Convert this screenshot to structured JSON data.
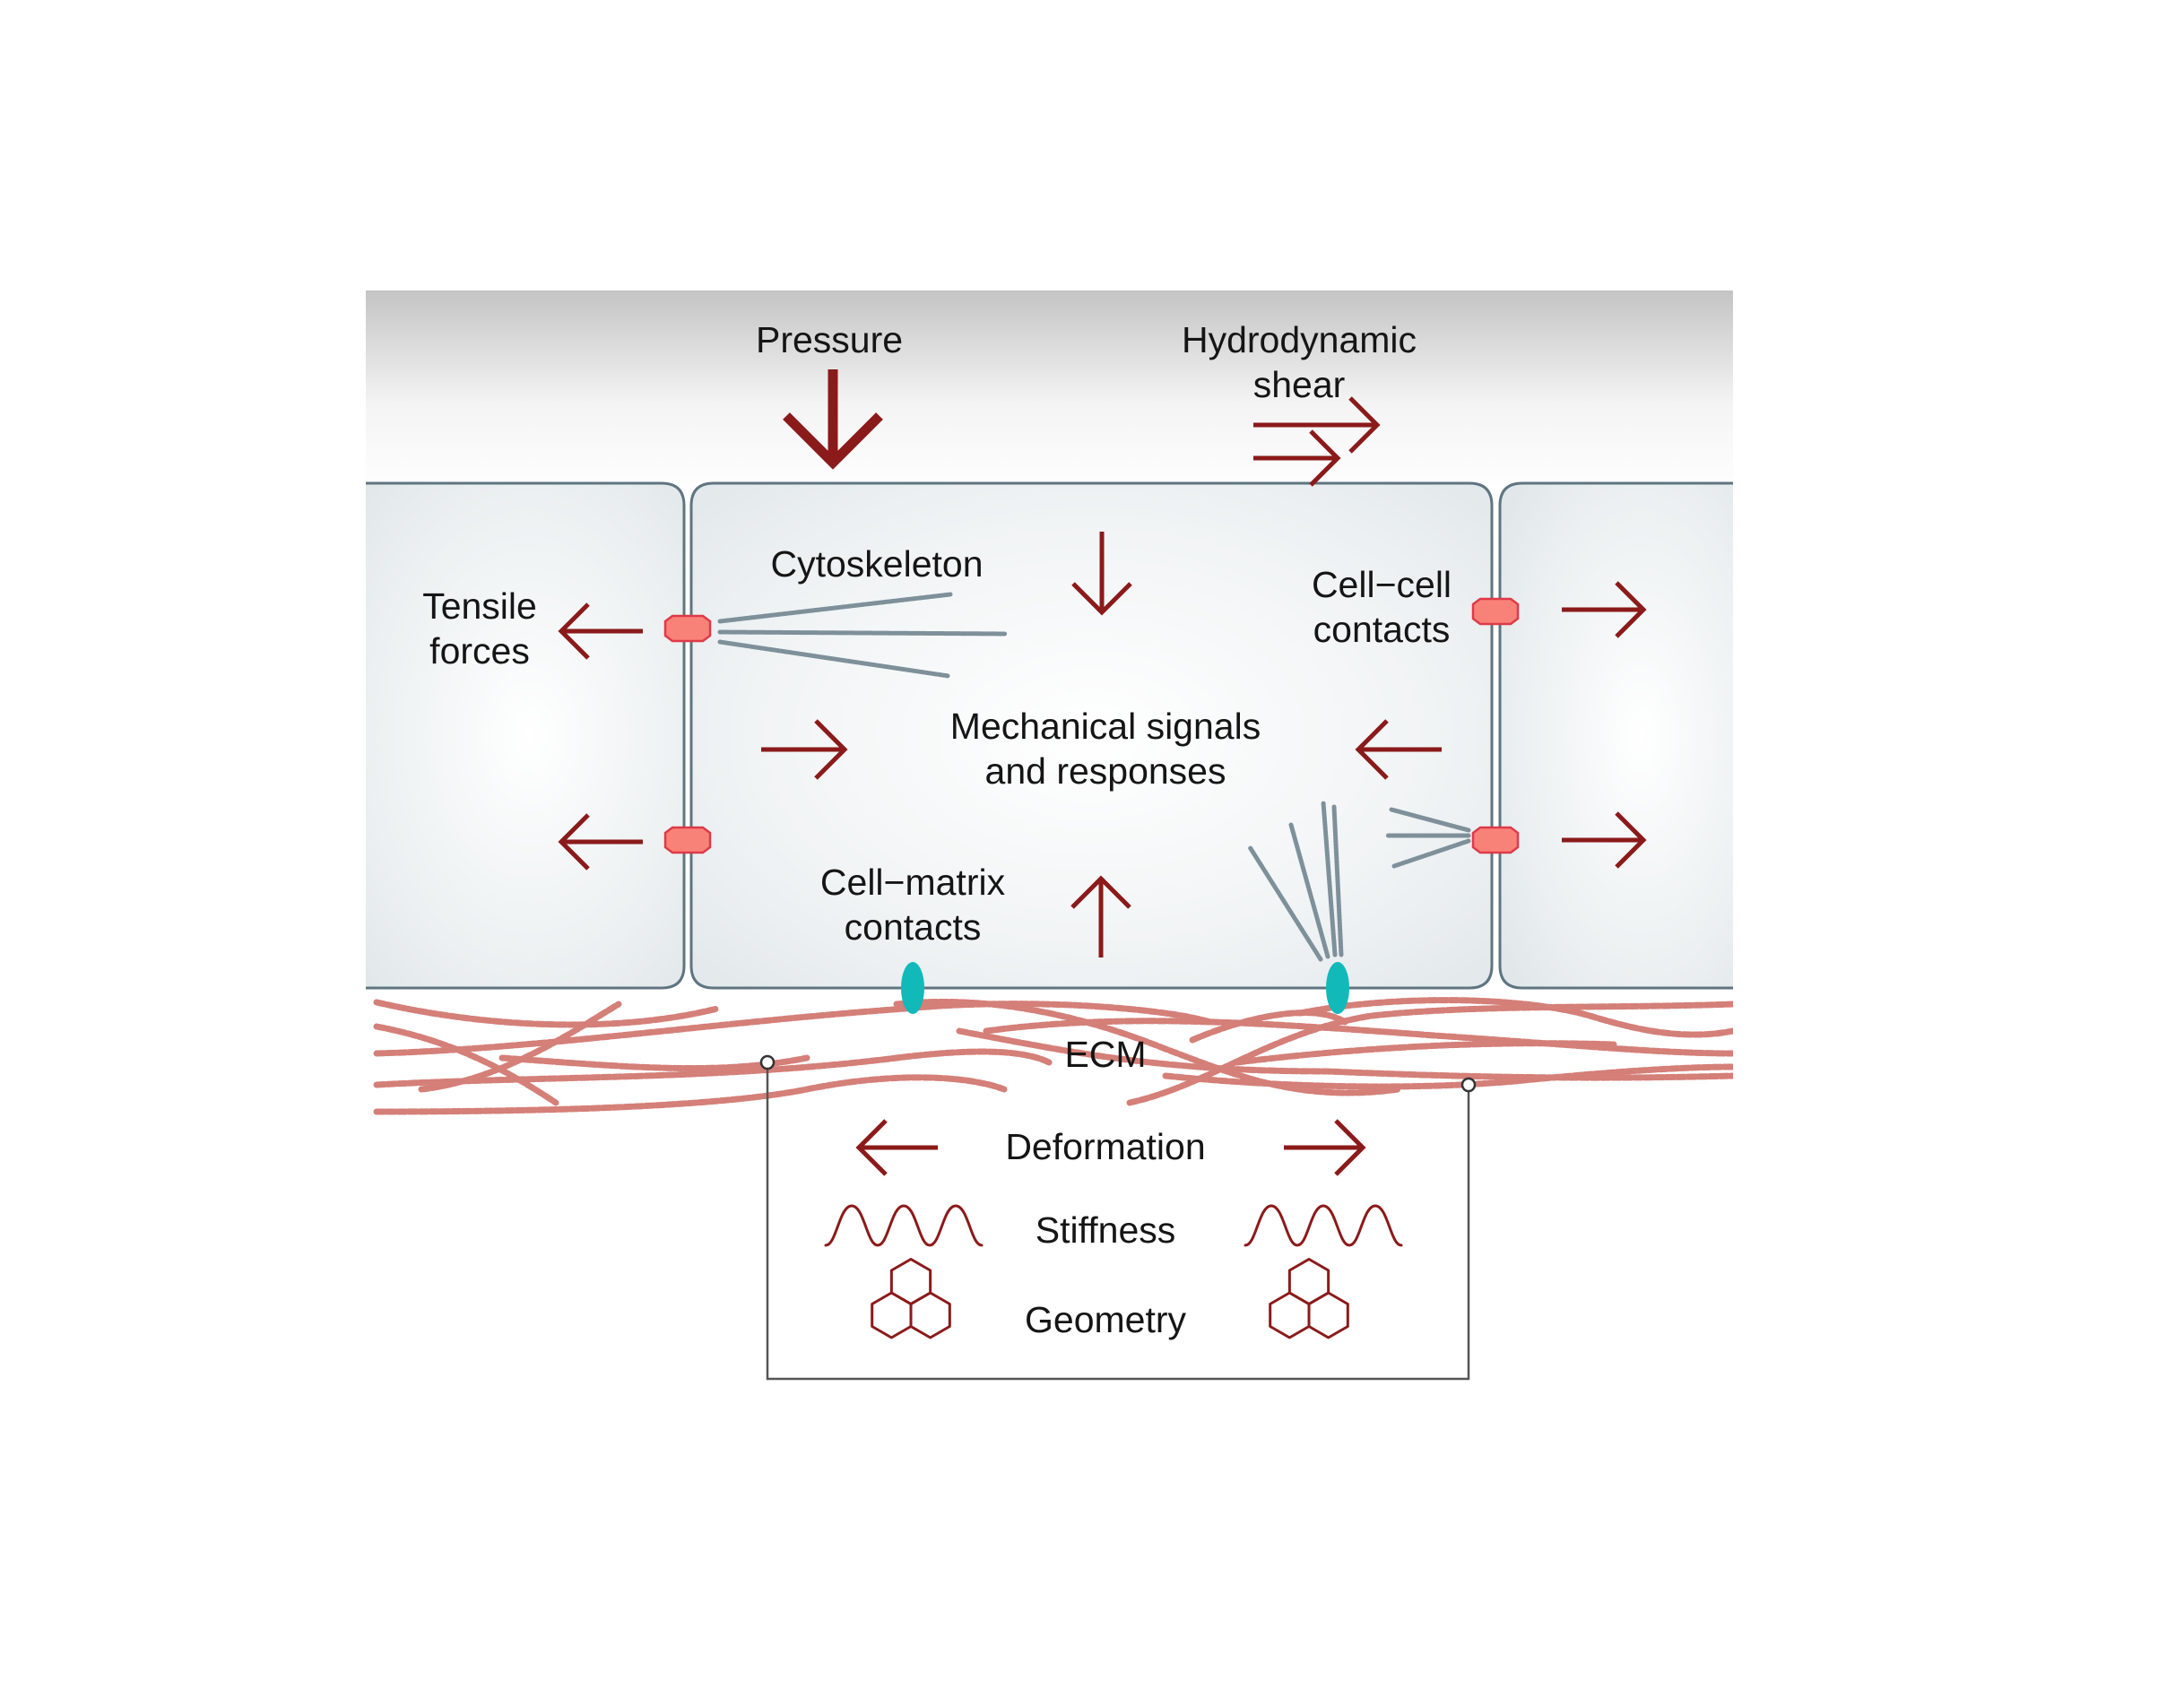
{
  "colors": {
    "arrow": "#8b1a1a",
    "cell_fill": "#e6ebee",
    "cell_stroke": "#5f7580",
    "cell_cell_contact_fill": "#f98278",
    "cell_cell_contact_stroke": "#de3a48",
    "cell_matrix_contact": "#12b9b9",
    "cytoskeleton": "#7e909a",
    "ecm_fiber": "#d47f78",
    "fluid_top": "#c4c4c4",
    "fluid_bottom": "#ffffff",
    "legend_box_stroke": "#555555"
  },
  "labels": {
    "pressure": "Pressure",
    "shear_line1": "Hydrodynamic",
    "shear_line2": "shear",
    "cytoskeleton": "Cytoskeleton",
    "tensile_line1": "Tensile",
    "tensile_line2": "forces",
    "cell_cell_line1": "Cell−cell",
    "cell_cell_line2": "contacts",
    "signals_line1": "Mechanical signals",
    "signals_line2": "and responses",
    "cell_matrix_line1": "Cell−matrix",
    "cell_matrix_line2": "contacts",
    "ecm": "ECM"
  },
  "legend": {
    "items": [
      {
        "label": "Deformation",
        "icon": "double-arrow-icon"
      },
      {
        "label": "Stiffness",
        "icon": "wave-icon"
      },
      {
        "label": "Geometry",
        "icon": "hexagon-cluster-icon"
      }
    ]
  }
}
